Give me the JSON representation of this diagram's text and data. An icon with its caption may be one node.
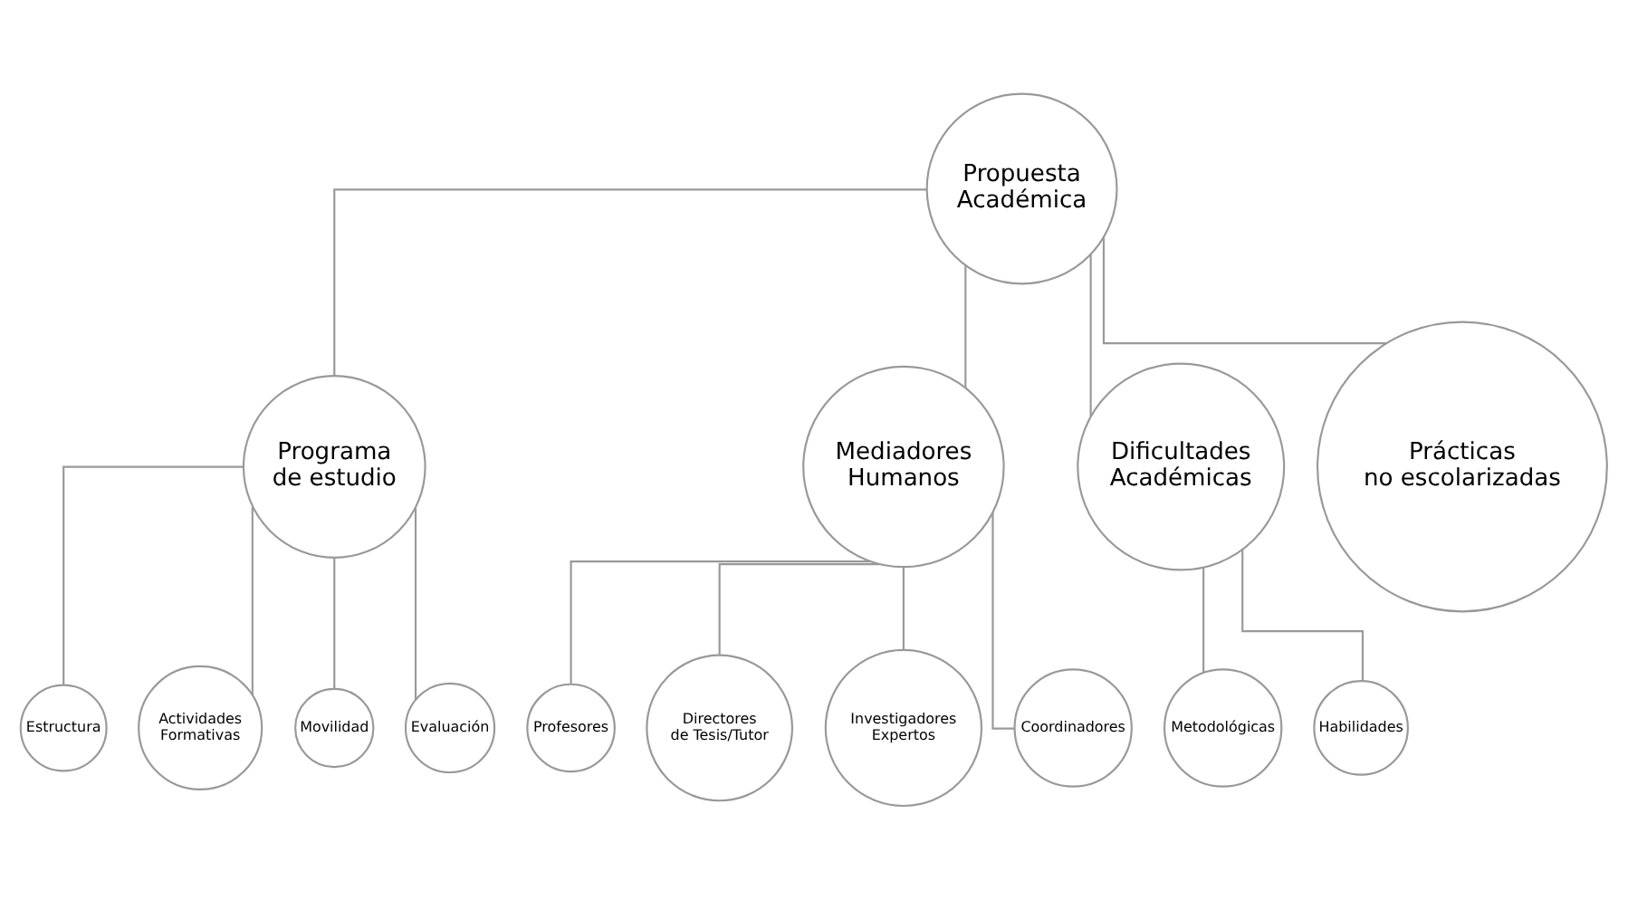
{
  "diagram": {
    "nodes": [
      {
        "text": [
          "Propuesta Académica"
        ]
      },
      {
        "text": [
          "Programa de estudio"
        ]
      },
      {
        "text": [
          "Mediadores Humanos"
        ]
      },
      {
        "text": [
          "Dificultades Académicas"
        ]
      },
      {
        "text": [
          "Prácticas no escolarizadas"
        ]
      },
      {
        "text": [
          "Estructura"
        ]
      },
      {
        "text": [
          "Actividades Formativas"
        ]
      },
      {
        "text": [
          "Movilidad"
        ]
      },
      {
        "text": [
          "Evaluación"
        ]
      },
      {
        "text": [
          "Profesores"
        ]
      },
      {
        "text": [
          "Directores de Tesis/Tutor"
        ]
      },
      {
        "text": [
          "Investigadores Expertos"
        ]
      },
      {
        "text": [
          "Coordinadores"
        ]
      },
      {
        "text": [
          "Metodológicas"
        ]
      },
      {
        "text": [
          "Habilidades"
        ]
      }
    ],
    "edges": [
      {
        "from": 0,
        "to": 1,
        "arrow": "none"
      },
      {
        "from": 0,
        "to": 2,
        "arrow": "none"
      },
      {
        "from": 0,
        "to": 3,
        "arrow": "none"
      },
      {
        "from": 0,
        "to": 4,
        "arrow": "none"
      },
      {
        "from": 1,
        "to": 5,
        "arrow": "none"
      },
      {
        "from": 1,
        "to": 6,
        "arrow": "none"
      },
      {
        "from": 1,
        "to": 7,
        "arrow": "none"
      },
      {
        "from": 1,
        "to": 8,
        "arrow": "none"
      },
      {
        "from": 2,
        "to": 9,
        "arrow": "none"
      },
      {
        "from": 2,
        "to": 10,
        "arrow": "none"
      },
      {
        "from": 2,
        "to": 11,
        "arrow": "none"
      },
      {
        "from": 2,
        "to": 12,
        "arrow": "none"
      },
      {
        "from": 3,
        "to": 13,
        "arrow": "none"
      },
      {
        "from": 3,
        "to": 14,
        "arrow": "none"
      }
    ]
  }
}
